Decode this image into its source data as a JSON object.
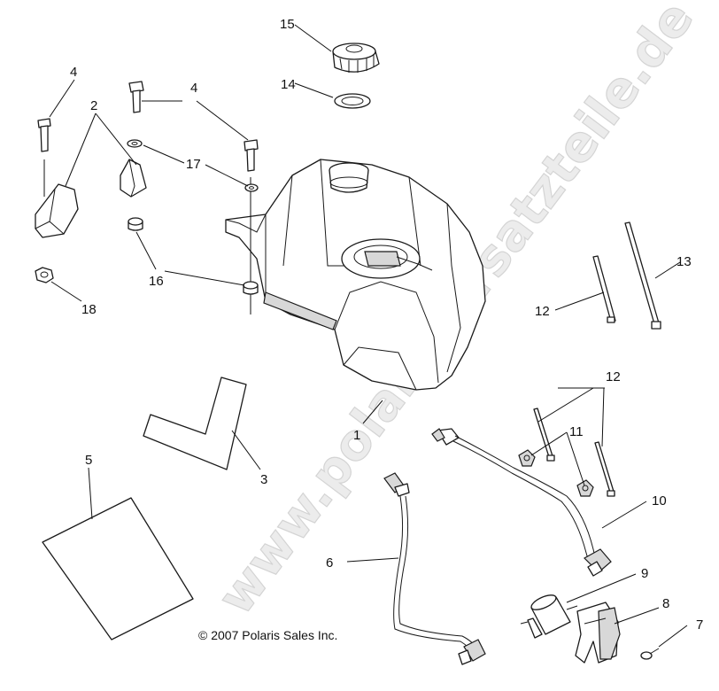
{
  "watermark": "www.polaris-ersatzteile.de",
  "copyright": "© 2007 Polaris Sales Inc.",
  "callouts": {
    "c1": "1",
    "c2": "2",
    "c3": "3",
    "c4a": "4",
    "c4b": "4",
    "c5": "5",
    "c6": "6",
    "c7": "7",
    "c8": "8",
    "c9": "9",
    "c10": "10",
    "c11": "11",
    "c12a": "12",
    "c12b": "12",
    "c13": "13",
    "c14": "14",
    "c15": "15",
    "c16": "16",
    "c17": "17",
    "c18": "18"
  }
}
